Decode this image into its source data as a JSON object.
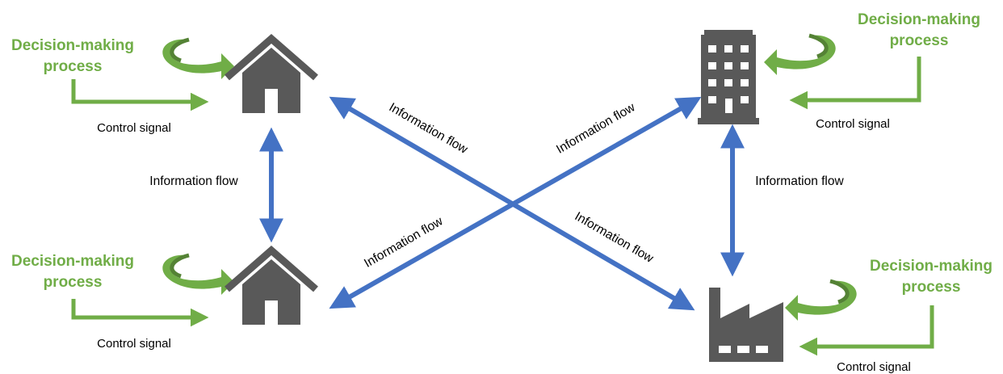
{
  "colors": {
    "green": "#70AD47",
    "green_dark": "#548235",
    "blue": "#4472C4",
    "icon": "#595959",
    "text": "#000000"
  },
  "labels": {
    "decision_line1": "Decision-making",
    "decision_line2": "process",
    "control_signal": "Control signal",
    "information_flow": "Information flow"
  },
  "icons": {
    "top_left": "house-icon",
    "bottom_left": "house-icon",
    "top_right": "office-building-icon",
    "bottom_right": "factory-icon",
    "decision_loop": "circular-arrow-icon"
  }
}
